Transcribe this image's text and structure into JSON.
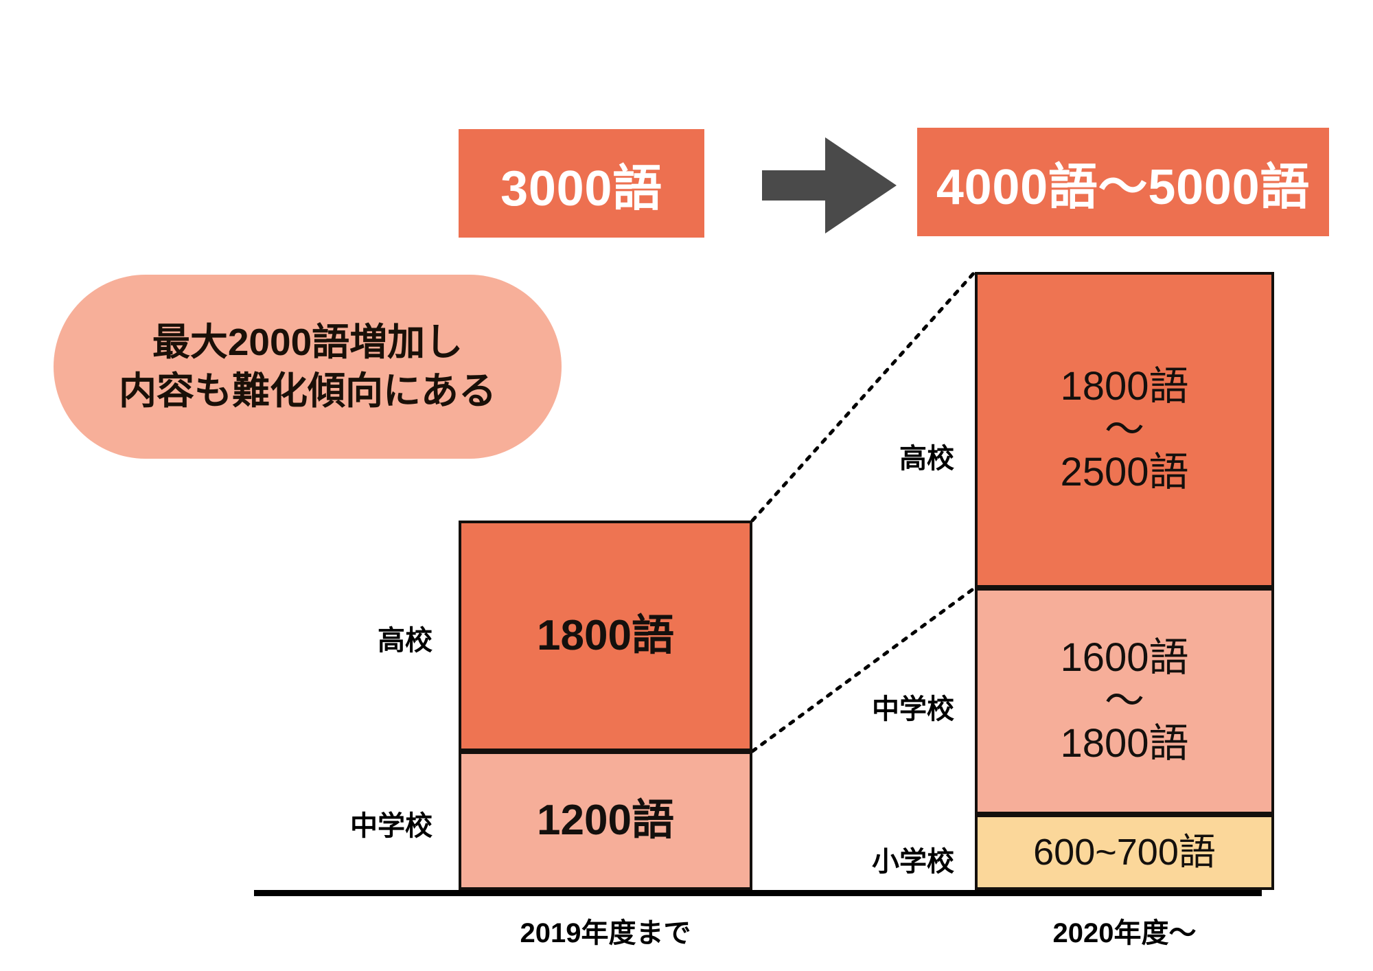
{
  "banner": {
    "before_label": "3000語",
    "arrow_icon": "arrow-right-icon",
    "after_label": "4000語〜5000語"
  },
  "callout": {
    "line1": "最大2000語増加し",
    "line2": "内容も難化傾向にある"
  },
  "colors": {
    "high_school": "#EE7452",
    "junior_high": "#F6AE99",
    "elementary": "#FBD79A",
    "banner": "#ED7050",
    "callout": "#F7AF99",
    "arrow": "#4A4A4A",
    "outline": "#14100d"
  },
  "left_group": {
    "caption": "2019年度まで",
    "segments": [
      {
        "label": "高校",
        "line1": "1800語",
        "line2": "",
        "line3": ""
      },
      {
        "label": "中学校",
        "line1": "1200語",
        "line2": "",
        "line3": ""
      }
    ]
  },
  "right_group": {
    "caption": "2020年度〜",
    "segments": [
      {
        "label": "高校",
        "line1": "1800語",
        "line2": "〜",
        "line3": "2500語"
      },
      {
        "label": "中学校",
        "line1": "1600語",
        "line2": "〜",
        "line3": "1800語"
      },
      {
        "label": "小学校",
        "line1": "600~700語",
        "line2": "",
        "line3": ""
      }
    ]
  },
  "chart_data": {
    "type": "bar",
    "title": "",
    "xlabel": "",
    "ylabel": "",
    "stacked": true,
    "orientation": "vertical",
    "grid": false,
    "legend": "none",
    "categories": [
      "2019年度まで",
      "2020年度〜"
    ],
    "series": [
      {
        "name": "小学校",
        "values": [
          0,
          650
        ],
        "value_labels": [
          "",
          "600~700語"
        ],
        "range": [
          null,
          [
            600,
            700
          ]
        ],
        "color": "#FBD79A"
      },
      {
        "name": "中学校",
        "values": [
          1200,
          1700
        ],
        "value_labels": [
          "1200語",
          "1600語〜1800語"
        ],
        "range": [
          [
            1200,
            1200
          ],
          [
            1600,
            1800
          ]
        ],
        "color": "#F6AE99"
      },
      {
        "name": "高校",
        "values": [
          1800,
          2150
        ],
        "value_labels": [
          "1800語",
          "1800語〜2500語"
        ],
        "range": [
          [
            1800,
            1800
          ],
          [
            1800,
            2500
          ]
        ],
        "color": "#EE7452"
      }
    ],
    "totals": [
      "3000語",
      "4000語〜5000語"
    ],
    "annotations": [
      "最大2000語増加し",
      "内容も難化傾向にある"
    ]
  }
}
